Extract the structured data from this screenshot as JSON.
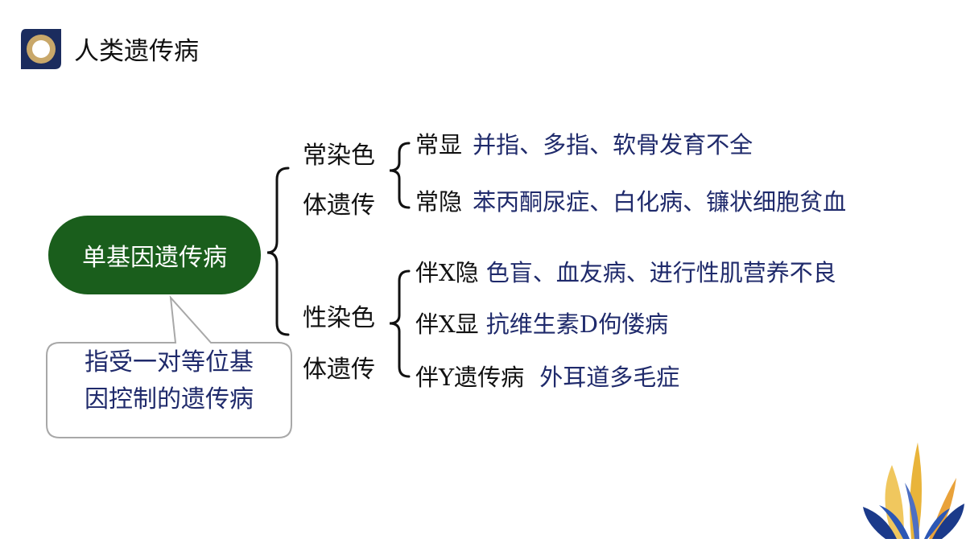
{
  "title": "人类遗传病",
  "root": "单基因遗传病",
  "callout": [
    "指受一对等位基",
    "因控制的遗传病"
  ],
  "groups": [
    {
      "label_lines": [
        "常染色",
        "体遗传"
      ],
      "items": [
        {
          "prefix": "常显",
          "value": "并指、多指、软骨发育不全"
        },
        {
          "prefix": "常隐",
          "value": "苯丙酮尿症、白化病、镰状细胞贫血"
        }
      ]
    },
    {
      "label_lines": [
        "性染色",
        "体遗传"
      ],
      "items": [
        {
          "prefix_a": "伴",
          "prefix_b": "X",
          "prefix_c": "隐",
          "value": "色盲、血友病、进行性肌营养不良"
        },
        {
          "prefix_a": "伴",
          "prefix_b": "X",
          "prefix_c": "显",
          "value_a": "抗维生素",
          "value_b": "D",
          "value_c": "佝偻病"
        },
        {
          "prefix_a": "伴",
          "prefix_b": "Y",
          "prefix_c": "遗传病",
          "value": "外耳道多毛症"
        }
      ]
    }
  ],
  "colors": {
    "accent_green": "#1a5e1c",
    "value_blue": "#1f2a6b",
    "logo_navy": "#1b2c5e",
    "logo_gold": "#c9a86a"
  },
  "icons": [
    "logo-icon",
    "leaf-decoration"
  ]
}
